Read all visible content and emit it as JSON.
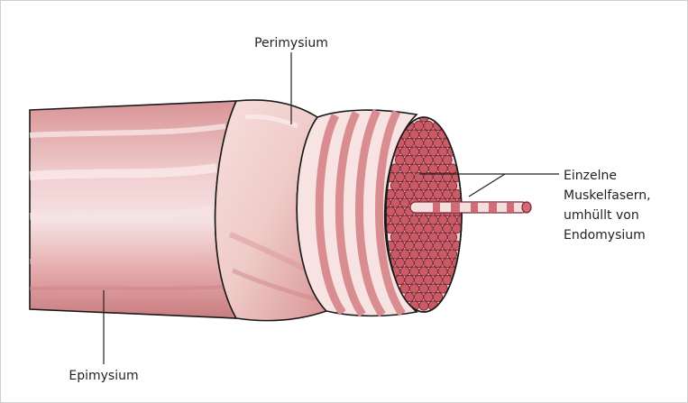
{
  "labels": {
    "perimysium": "Perimysium",
    "epimysium": "Epimysium",
    "fibers_line1": "Einzelne",
    "fibers_line2": "Muskelfasern,",
    "fibers_line3": "umhüllt von",
    "fibers_line4": "Endomysium"
  },
  "colors": {
    "epimysium_base": "#e2a9ab",
    "epimysium_light": "#f3dada",
    "perimysium_base": "#f1d1cf",
    "perimysium_dark": "#e3a8a9",
    "fiber_fill": "#c95a66",
    "fiber_stroke": "#7a2531",
    "outline": "#1a1a1a",
    "leader": "#222222"
  }
}
